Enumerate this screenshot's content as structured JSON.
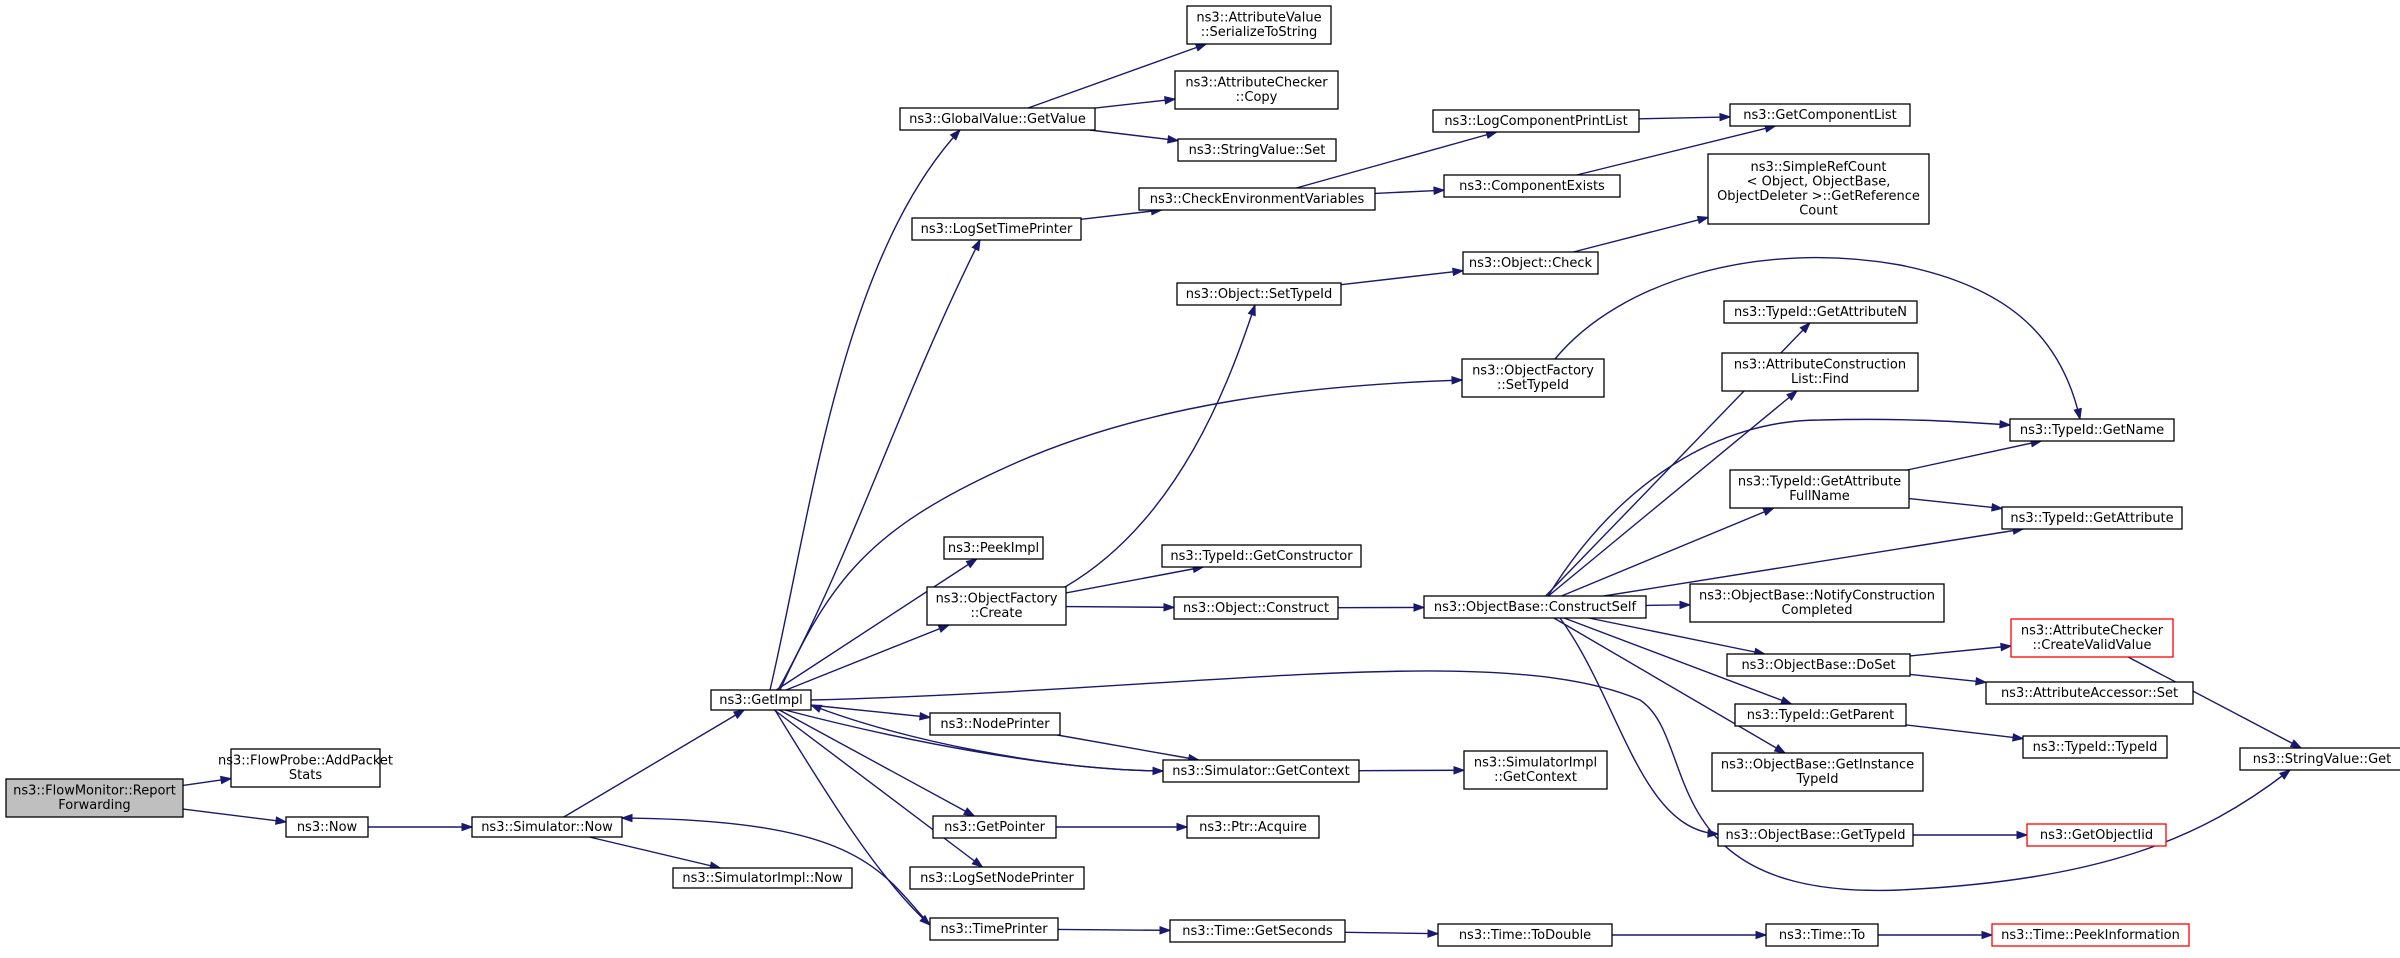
{
  "graph": {
    "colors": {
      "edge": "#191970",
      "root_fill": "#bfbfbf",
      "truncated_border": "#ff0000"
    },
    "nodes": [
      {
        "id": "report",
        "lines": [
          "ns3::FlowMonitor::Report",
          "Forwarding"
        ],
        "root": true
      },
      {
        "id": "addstats",
        "lines": [
          "ns3::FlowProbe::AddPacket",
          "Stats"
        ]
      },
      {
        "id": "now",
        "lines": [
          "ns3::Now"
        ]
      },
      {
        "id": "simnow",
        "lines": [
          "ns3::Simulator::Now"
        ]
      },
      {
        "id": "getimpl",
        "lines": [
          "ns3::GetImpl"
        ]
      },
      {
        "id": "simimplnow",
        "lines": [
          "ns3::SimulatorImpl::Now"
        ]
      },
      {
        "id": "gvget",
        "lines": [
          "ns3::GlobalValue::GetValue"
        ]
      },
      {
        "id": "avser",
        "lines": [
          "ns3::AttributeValue",
          "::SerializeToString"
        ]
      },
      {
        "id": "accopy",
        "lines": [
          "ns3::AttributeChecker",
          "::Copy"
        ]
      },
      {
        "id": "svset",
        "lines": [
          "ns3::StringValue::Set"
        ]
      },
      {
        "id": "logtp",
        "lines": [
          "ns3::LogSetTimePrinter"
        ]
      },
      {
        "id": "checkenv",
        "lines": [
          "ns3::CheckEnvironmentVariables"
        ]
      },
      {
        "id": "lcprint",
        "lines": [
          "ns3::LogComponentPrintList"
        ]
      },
      {
        "id": "getcomplist",
        "lines": [
          "ns3::GetComponentList"
        ]
      },
      {
        "id": "compexists",
        "lines": [
          "ns3::ComponentExists"
        ]
      },
      {
        "id": "simplerefcount",
        "lines": [
          "ns3::SimpleRefCount",
          "< Object, ObjectBase,",
          "ObjectDeleter >::GetReference",
          "Count"
        ]
      },
      {
        "id": "objcheck",
        "lines": [
          "ns3::Object::Check"
        ]
      },
      {
        "id": "objsettypeid",
        "lines": [
          "ns3::Object::SetTypeId"
        ]
      },
      {
        "id": "ofsettypeid",
        "lines": [
          "ns3::ObjectFactory",
          "::SetTypeId"
        ]
      },
      {
        "id": "tidgetattrn",
        "lines": [
          "ns3::TypeId::GetAttributeN"
        ]
      },
      {
        "id": "attrconstfind",
        "lines": [
          "ns3::AttributeConstruction",
          "List::Find"
        ]
      },
      {
        "id": "tidgetname",
        "lines": [
          "ns3::TypeId::GetName"
        ]
      },
      {
        "id": "tidgetattrfull",
        "lines": [
          "ns3::TypeId::GetAttribute",
          "FullName"
        ]
      },
      {
        "id": "tidgetattr",
        "lines": [
          "ns3::TypeId::GetAttribute"
        ]
      },
      {
        "id": "peekimpl",
        "lines": [
          "ns3::PeekImpl"
        ]
      },
      {
        "id": "tidgetctor",
        "lines": [
          "ns3::TypeId::GetConstructor"
        ]
      },
      {
        "id": "ofcreate",
        "lines": [
          "ns3::ObjectFactory",
          "::Create"
        ]
      },
      {
        "id": "objconstruct",
        "lines": [
          "ns3::Object::Construct"
        ]
      },
      {
        "id": "obconstructself",
        "lines": [
          "ns3::ObjectBase::ConstructSelf"
        ]
      },
      {
        "id": "obnotify",
        "lines": [
          "ns3::ObjectBase::NotifyConstruction",
          "Completed"
        ]
      },
      {
        "id": "accreate",
        "lines": [
          "ns3::AttributeChecker",
          "::CreateValidValue"
        ],
        "truncated": true
      },
      {
        "id": "obdoset",
        "lines": [
          "ns3::ObjectBase::DoSet"
        ]
      },
      {
        "id": "aaset",
        "lines": [
          "ns3::AttributeAccessor::Set"
        ]
      },
      {
        "id": "tidgetparent",
        "lines": [
          "ns3::TypeId::GetParent"
        ]
      },
      {
        "id": "tidtypeid",
        "lines": [
          "ns3::TypeId::TypeId"
        ]
      },
      {
        "id": "nodeprinter",
        "lines": [
          "ns3::NodePrinter"
        ]
      },
      {
        "id": "simgetctx",
        "lines": [
          "ns3::Simulator::GetContext"
        ]
      },
      {
        "id": "simimplgetctx",
        "lines": [
          "ns3::SimulatorImpl",
          "::GetContext"
        ]
      },
      {
        "id": "obgetinst",
        "lines": [
          "ns3::ObjectBase::GetInstance",
          "TypeId"
        ]
      },
      {
        "id": "svget",
        "lines": [
          "ns3::StringValue::Get"
        ]
      },
      {
        "id": "getpointer",
        "lines": [
          "ns3::GetPointer"
        ]
      },
      {
        "id": "ptracquire",
        "lines": [
          "ns3::Ptr::Acquire"
        ]
      },
      {
        "id": "obgettypeid",
        "lines": [
          "ns3::ObjectBase::GetTypeId"
        ]
      },
      {
        "id": "getobjiid",
        "lines": [
          "ns3::GetObjectIid"
        ],
        "truncated": true
      },
      {
        "id": "logsetnp",
        "lines": [
          "ns3::LogSetNodePrinter"
        ]
      },
      {
        "id": "timeprinter",
        "lines": [
          "ns3::TimePrinter"
        ]
      },
      {
        "id": "timegetsec",
        "lines": [
          "ns3::Time::GetSeconds"
        ]
      },
      {
        "id": "timetodouble",
        "lines": [
          "ns3::Time::ToDouble"
        ]
      },
      {
        "id": "timeto",
        "lines": [
          "ns3::Time::To"
        ]
      },
      {
        "id": "timepeek",
        "lines": [
          "ns3::Time::PeekInformation"
        ],
        "truncated": true
      }
    ]
  }
}
